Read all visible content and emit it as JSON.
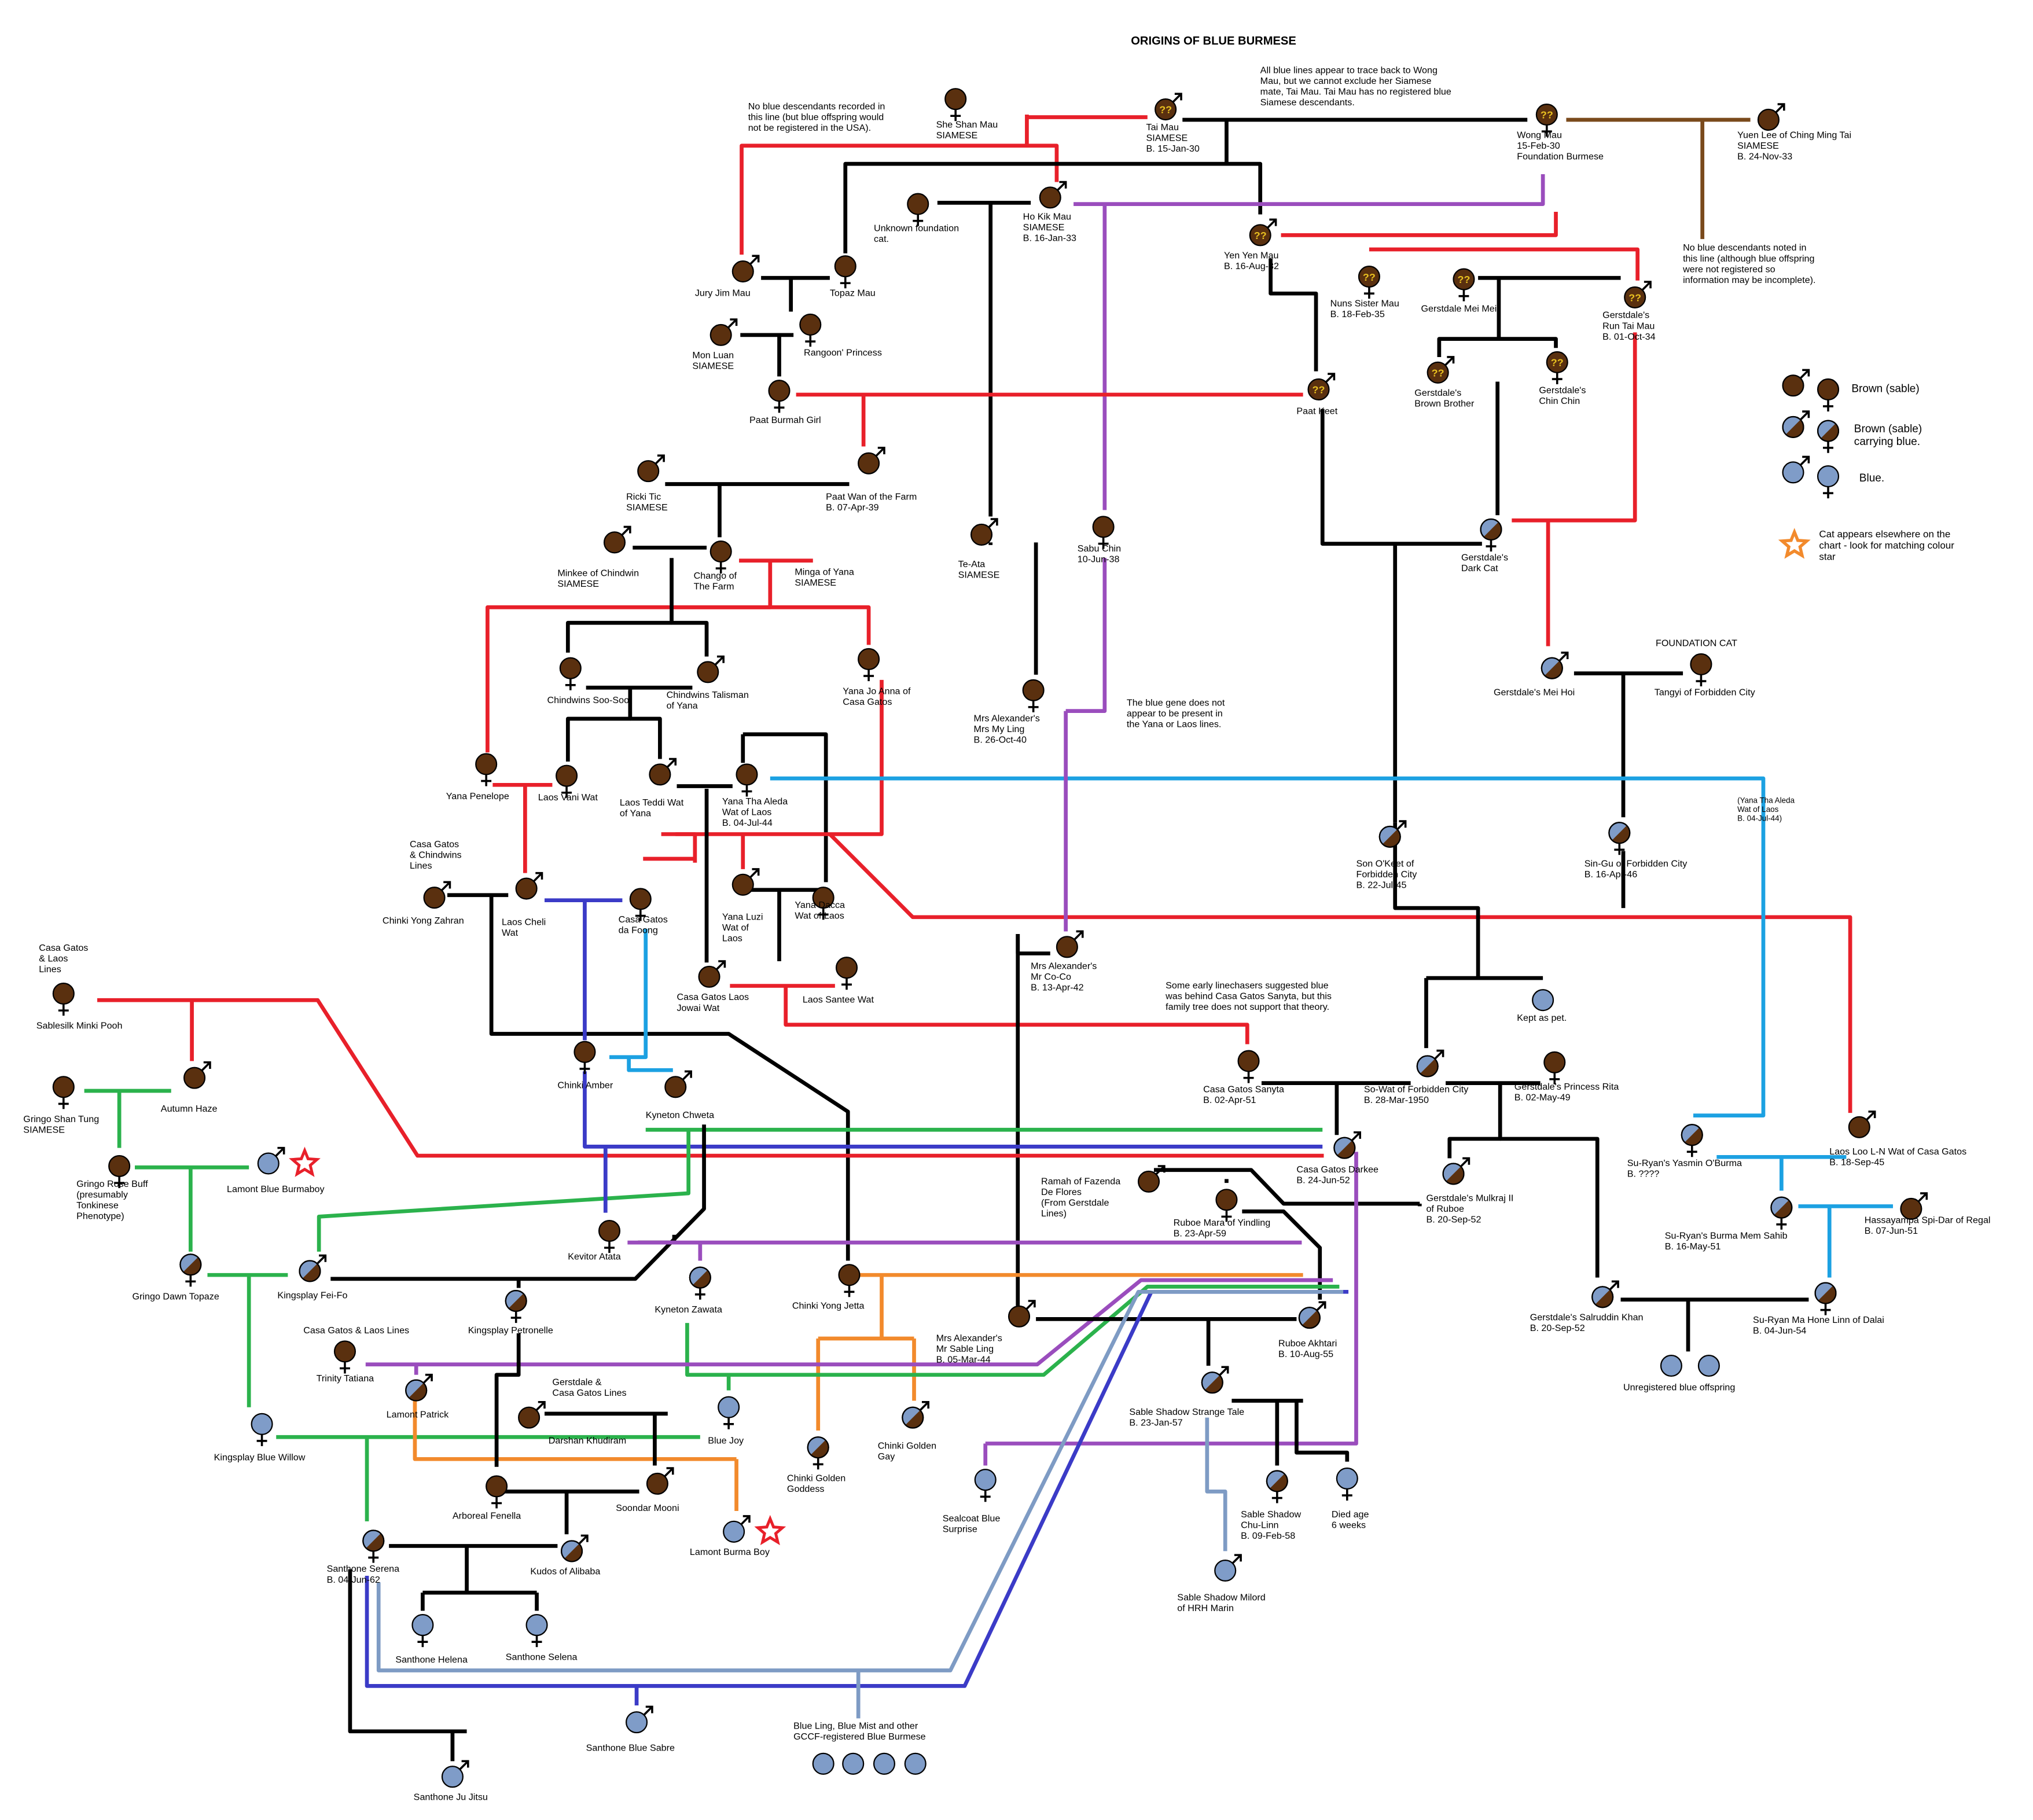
{
  "title": "ORIGINS OF BLUE BURMESE",
  "colors": {
    "brown": "#5a300f",
    "blue": "#7f9cc8",
    "line_red": "#e8202a",
    "line_black": "#000000",
    "line_purple": "#9a4dbd",
    "line_green": "#2bb24c",
    "line_cyan": "#1ca1e2",
    "line_navy": "#3b3bc7",
    "line_orange": "#f28a2c",
    "line_slate": "#7e9bc4",
    "line_brownline": "#7a4a1c",
    "star_red": "#e8202a",
    "star_orange": "#f28a2c"
  },
  "symbols": {
    "male": "♂",
    "female": "♀"
  },
  "cats": [
    {
      "id": "sheshan",
      "lines": [
        "She Shan Mau",
        "SIAMESE"
      ],
      "sex": "female",
      "coat": "brown"
    },
    {
      "id": "taimau",
      "lines": [
        "Tai Mau",
        "SIAMESE",
        "B. 15-Jan-30"
      ],
      "sex": "male",
      "coat": "unknown"
    },
    {
      "id": "wongmau",
      "lines": [
        "Wong Mau",
        "15-Feb-30",
        "Foundation Burmese"
      ],
      "sex": "female",
      "coat": "unknown"
    },
    {
      "id": "yuenlee",
      "lines": [
        "Yuen Lee of Ching Ming Tai",
        "SIAMESE",
        "B. 24-Nov-33"
      ],
      "sex": "male",
      "coat": "brown"
    },
    {
      "id": "unknownf",
      "lines": [
        "Unknown foundation",
        "cat."
      ],
      "sex": "female",
      "coat": "brown"
    },
    {
      "id": "hokik",
      "lines": [
        "Ho Kik Mau",
        "SIAMESE",
        "B. 16-Jan-33"
      ],
      "sex": "male",
      "coat": "brown"
    },
    {
      "id": "yenyen",
      "lines": [
        "Yen Yen Mau",
        "B. 16-Aug-32"
      ],
      "sex": "male",
      "coat": "unknown"
    },
    {
      "id": "nunssister",
      "lines": [
        "Nuns Sister Mau",
        "B. 18-Feb-35"
      ],
      "sex": "female",
      "coat": "unknown"
    },
    {
      "id": "gerstmei",
      "lines": [
        "Gerstdale Mei Mei"
      ],
      "sex": "female",
      "coat": "unknown"
    },
    {
      "id": "gerstrun",
      "lines": [
        "Gerstdale's",
        "Run Tai Mau",
        "B. 01-Oct-34"
      ],
      "sex": "male",
      "coat": "unknown"
    },
    {
      "id": "juryjim",
      "lines": [
        "Jury Jim Mau"
      ],
      "sex": "male",
      "coat": "brown"
    },
    {
      "id": "topaz",
      "lines": [
        "Topaz Mau"
      ],
      "sex": "female",
      "coat": "brown"
    },
    {
      "id": "monluan",
      "lines": [
        "Mon Luan",
        "SIAMESE"
      ],
      "sex": "male",
      "coat": "brown"
    },
    {
      "id": "rangoon",
      "lines": [
        "Rangoon' Princess"
      ],
      "sex": "female",
      "coat": "brown"
    },
    {
      "id": "paatburmah",
      "lines": [
        "Paat Burmah Girl"
      ],
      "sex": "female",
      "coat": "brown"
    },
    {
      "id": "paatkeet",
      "lines": [
        "Paat Keet"
      ],
      "sex": "male",
      "coat": "unknown"
    },
    {
      "id": "gerstbrown",
      "lines": [
        "Gerstdale's",
        "Brown Brother"
      ],
      "sex": "male",
      "coat": "unknown"
    },
    {
      "id": "gerstchin",
      "lines": [
        "Gerstdale's",
        "Chin Chin"
      ],
      "sex": "female",
      "coat": "unknown"
    },
    {
      "id": "rickitic",
      "lines": [
        "Ricki Tic",
        "SIAMESE"
      ],
      "sex": "male",
      "coat": "brown"
    },
    {
      "id": "paatwan",
      "lines": [
        "Paat Wan of the Farm",
        "B. 07-Apr-39"
      ],
      "sex": "male",
      "coat": "brown"
    },
    {
      "id": "teata",
      "lines": [
        "Te-Ata",
        "SIAMESE"
      ],
      "sex": "male",
      "coat": "brown"
    },
    {
      "id": "sabuchin",
      "lines": [
        "Sabu Chin",
        "10-Jun-38"
      ],
      "sex": "female",
      "coat": "brown"
    },
    {
      "id": "gerstdark",
      "lines": [
        "Gerstdale's",
        "Dark Cat"
      ],
      "sex": "female",
      "coat": "carrier"
    },
    {
      "id": "minkee",
      "lines": [
        "Minkee of Chindwin",
        "SIAMESE"
      ],
      "sex": "male",
      "coat": "brown"
    },
    {
      "id": "chango",
      "lines": [
        "Chango of",
        "The Farm"
      ],
      "sex": "female",
      "coat": "brown"
    },
    {
      "id": "minga",
      "lines": [
        "Minga of Yana",
        "SIAMESE"
      ],
      "sex": "male",
      "coat": "none"
    },
    {
      "id": "soosoo",
      "lines": [
        "Chindwins Soo-Soo"
      ],
      "sex": "female",
      "coat": "brown"
    },
    {
      "id": "talisman",
      "lines": [
        "Chindwins Talisman",
        "of Yana"
      ],
      "sex": "male",
      "coat": "brown"
    },
    {
      "id": "joanna",
      "lines": [
        "Yana Jo Anna  of",
        "Casa Gatos"
      ],
      "sex": "female",
      "coat": "brown"
    },
    {
      "id": "mrsmyling",
      "lines": [
        "Mrs Alexander's",
        "Mrs My Ling",
        "B. 26-Oct-40"
      ],
      "sex": "female",
      "coat": "brown"
    },
    {
      "id": "gerstmeihoi",
      "lines": [
        "Gerstdale's Mei Hoi"
      ],
      "sex": "male",
      "coat": "carrier"
    },
    {
      "id": "tangyi",
      "lines": [
        "Tangyi of Forbidden City"
      ],
      "sex": "female",
      "coat": "brown"
    },
    {
      "id": "penelope",
      "lines": [
        "Yana Penelope"
      ],
      "sex": "female",
      "coat": "brown"
    },
    {
      "id": "vaniwat",
      "lines": [
        "Laos Vani Wat"
      ],
      "sex": "female",
      "coat": "brown"
    },
    {
      "id": "teddiwat",
      "lines": [
        "Laos Teddi Wat",
        "of Yana"
      ],
      "sex": "male",
      "coat": "brown"
    },
    {
      "id": "thaaleda",
      "lines": [
        "Yana Tha Aleda",
        "Wat of Laos",
        "B. 04-Jul-44"
      ],
      "sex": "female",
      "coat": "brown"
    },
    {
      "id": "sonokeet",
      "lines": [
        "Son O'Keet of",
        "Forbidden City",
        "B. 22-Jul-45"
      ],
      "sex": "male",
      "coat": "carrier"
    },
    {
      "id": "singu",
      "lines": [
        "Sin-Gu of Forbidden City",
        "B. 16-Apr-46"
      ],
      "sex": "female",
      "coat": "carrier"
    },
    {
      "id": "yongzahran",
      "lines": [
        "Chinki Yong Zahran"
      ],
      "sex": "male",
      "coat": "brown"
    },
    {
      "id": "chelwat",
      "lines": [
        "Laos Cheli",
        "Wat"
      ],
      "sex": "male",
      "coat": "brown"
    },
    {
      "id": "dafoong",
      "lines": [
        "Casa Gatos",
        "da Foong"
      ],
      "sex": "female",
      "coat": "brown"
    },
    {
      "id": "luziwat",
      "lines": [
        "Yana Luzi",
        "Wat of",
        "Laos"
      ],
      "sex": "male",
      "coat": "brown"
    },
    {
      "id": "daccawat",
      "lines": [
        "Yana Dacca",
        "Wat of Laos"
      ],
      "sex": "female",
      "coat": "brown"
    },
    {
      "id": "mrcoco",
      "lines": [
        "Mrs Alexander's",
        "Mr Co-Co",
        "B. 13-Apr-42"
      ],
      "sex": "male",
      "coat": "brown"
    },
    {
      "id": "jowaiwat",
      "lines": [
        "Casa Gatos Laos",
        "Jowai Wat"
      ],
      "sex": "male",
      "coat": "brown"
    },
    {
      "id": "santeewat",
      "lines": [
        "Laos Santee Wat"
      ],
      "sex": "female",
      "coat": "brown"
    },
    {
      "id": "keptpet",
      "lines": [
        "Kept as pet."
      ],
      "sex": "none",
      "coat": "blue"
    },
    {
      "id": "minkipooh",
      "lines": [
        "Sablesilk Minki Pooh"
      ],
      "sex": "female",
      "coat": "brown"
    },
    {
      "id": "autumnhaze",
      "lines": [
        "Autumn Haze"
      ],
      "sex": "male",
      "coat": "brown"
    },
    {
      "id": "shantung",
      "lines": [
        "Gringo Shan Tung",
        "SIAMESE"
      ],
      "sex": "female",
      "coat": "brown"
    },
    {
      "id": "chinkiamber",
      "lines": [
        "Chinki Amber"
      ],
      "sex": "female",
      "coat": "brown"
    },
    {
      "id": "chweta",
      "lines": [
        "Kyneton Chweta"
      ],
      "sex": "male",
      "coat": "brown"
    },
    {
      "id": "sanyta",
      "lines": [
        "Casa Gatos Sanyta",
        "B. 02-Apr-51"
      ],
      "sex": "female",
      "coat": "brown"
    },
    {
      "id": "sowat",
      "lines": [
        "So-Wat of Forbidden City",
        "B. 28-Mar-1950"
      ],
      "sex": "male",
      "coat": "carrier"
    },
    {
      "id": "princessrita",
      "lines": [
        "Gerstdale's Princess Rita",
        "B. 02-May-49"
      ],
      "sex": "female",
      "coat": "brown"
    },
    {
      "id": "yasmin",
      "lines": [
        "Su-Ryan's Yasmin O'Burma",
        "B. ????"
      ],
      "sex": "female",
      "coat": "carrier"
    },
    {
      "id": "laosloo",
      "lines": [
        "Laos Loo L-N Wat of Casa Gatos",
        "B. 18-Sep-45"
      ],
      "sex": "male",
      "coat": "brown"
    },
    {
      "id": "rosebuff",
      "lines": [
        "Gringo Rose Buff",
        "(presumably",
        "Tonkinese",
        "Phenotype)"
      ],
      "sex": "female",
      "coat": "brown"
    },
    {
      "id": "burmaboy",
      "lines": [
        "Lamont Blue Burmaboy"
      ],
      "sex": "male",
      "coat": "blue",
      "star": "red"
    },
    {
      "id": "darkee",
      "lines": [
        "Casa Gatos Darkee",
        "B. 24-Jun-52"
      ],
      "sex": "male",
      "coat": "carrier"
    },
    {
      "id": "ramah",
      "lines": [
        "Ramah of Fazenda",
        "De Flores",
        "(From Gerstdale",
        "Lines)"
      ],
      "sex": "male",
      "coat": "brown"
    },
    {
      "id": "mara",
      "lines": [
        "Ruboe Mara of Yindling",
        "B. 23-Apr-59"
      ],
      "sex": "female",
      "coat": "brown"
    },
    {
      "id": "mulkraj",
      "lines": [
        "Gerstdale's Mulkraj II",
        "of Ruboe",
        "B. 20-Sep-52"
      ],
      "sex": "male",
      "coat": "carrier"
    },
    {
      "id": "memsahib",
      "lines": [
        "Su-Ryan's Burma Mem Sahib",
        "B. 16-May-51"
      ],
      "sex": "female",
      "coat": "carrier"
    },
    {
      "id": "spidar",
      "lines": [
        "Hassayampa Spi-Dar of Regal",
        "B. 07-Jun-51"
      ],
      "sex": "male",
      "coat": "brown"
    },
    {
      "id": "dawntopaze",
      "lines": [
        "Gringo Dawn Topaze"
      ],
      "sex": "female",
      "coat": "carrier"
    },
    {
      "id": "feifo",
      "lines": [
        "Kingsplay Fei-Fo"
      ],
      "sex": "male",
      "coat": "carrier"
    },
    {
      "id": "atata",
      "lines": [
        "Kevitor Atata"
      ],
      "sex": "female",
      "coat": "brown"
    },
    {
      "id": "zawata",
      "lines": [
        "Kyneton Zawata"
      ],
      "sex": "female",
      "coat": "carrier"
    },
    {
      "id": "yongjetta",
      "lines": [
        "Chinki Yong Jetta"
      ],
      "sex": "female",
      "coat": "brown"
    },
    {
      "id": "petronelle",
      "lines": [
        "Kingsplay Petronelle"
      ],
      "sex": "female",
      "coat": "carrier"
    },
    {
      "id": "sableling",
      "lines": [
        "Mrs Alexander's",
        "Mr Sable Ling",
        "B. 05-Mar-44"
      ],
      "sex": "male",
      "coat": "brown"
    },
    {
      "id": "akhtari",
      "lines": [
        "Ruboe Akhtari",
        "B. 10-Aug-55"
      ],
      "sex": "male",
      "coat": "carrier"
    },
    {
      "id": "salruddin",
      "lines": [
        "Gerstdale's Salruddin Khan",
        "B. 20-Sep-52"
      ],
      "sex": "male",
      "coat": "carrier"
    },
    {
      "id": "honelinn",
      "lines": [
        "Su-Ryan Ma Hone Linn of Dalai",
        "B. 04-Jun-54"
      ],
      "sex": "female",
      "coat": "carrier"
    },
    {
      "id": "tatiana",
      "lines": [
        "Trinity Tatiana"
      ],
      "sex": "female",
      "coat": "brown"
    },
    {
      "id": "patrick",
      "lines": [
        "Lamont Patrick"
      ],
      "sex": "male",
      "coat": "carrier"
    },
    {
      "id": "khudiram",
      "lines": [
        "Darshan Khudiram"
      ],
      "sex": "male",
      "coat": "brown"
    },
    {
      "id": "bluejoy",
      "lines": [
        "Blue Joy"
      ],
      "sex": "female",
      "coat": "blue"
    },
    {
      "id": "strangetale",
      "lines": [
        "Sable Shadow Strange Tale",
        "B. 23-Jan-57"
      ],
      "sex": "male",
      "coat": "carrier"
    },
    {
      "id": "bluewillow",
      "lines": [
        "Kingsplay Blue Willow"
      ],
      "sex": "female",
      "coat": "blue"
    },
    {
      "id": "golddess",
      "lines": [
        "Chinki Golden",
        "Goddess"
      ],
      "sex": "female",
      "coat": "carrier"
    },
    {
      "id": "goldengay",
      "lines": [
        "Chinki Golden",
        "Gay"
      ],
      "sex": "male",
      "coat": "carrier"
    },
    {
      "id": "sealcoat",
      "lines": [
        "Sealcoat Blue",
        "Surprise"
      ],
      "sex": "female",
      "coat": "blue"
    },
    {
      "id": "fenella",
      "lines": [
        "Arboreal Fenella"
      ],
      "sex": "female",
      "coat": "brown"
    },
    {
      "id": "soondar",
      "lines": [
        "Soondar Mooni"
      ],
      "sex": "male",
      "coat": "brown"
    },
    {
      "id": "burmaboy2",
      "lines": [
        "Lamont Burma Boy"
      ],
      "sex": "male",
      "coat": "blue",
      "star": "red"
    },
    {
      "id": "chulinn",
      "lines": [
        "Sable Shadow",
        "Chu-Linn",
        "B. 09-Feb-58"
      ],
      "sex": "female",
      "coat": "carrier"
    },
    {
      "id": "diedage",
      "lines": [
        "Died age",
        "6 weeks"
      ],
      "sex": "female",
      "coat": "blue"
    },
    {
      "id": "serena",
      "lines": [
        "Santhone Serena",
        "B. 04-Jun-62"
      ],
      "sex": "female",
      "coat": "carrier"
    },
    {
      "id": "kudos",
      "lines": [
        "Kudos of Alibaba"
      ],
      "sex": "male",
      "coat": "carrier"
    },
    {
      "id": "milord",
      "lines": [
        "Sable Shadow Milord",
        "of HRH Marin"
      ],
      "sex": "male",
      "coat": "blue"
    },
    {
      "id": "helena",
      "lines": [
        "Santhone Helena"
      ],
      "sex": "female",
      "coat": "blue"
    },
    {
      "id": "selena",
      "lines": [
        "Santhone Selena"
      ],
      "sex": "female",
      "coat": "blue"
    },
    {
      "id": "bluesabre",
      "lines": [
        "Santhone Blue Sabre"
      ],
      "sex": "male",
      "coat": "blue"
    },
    {
      "id": "jujitsu",
      "lines": [
        "Santhone Ju Jitsu"
      ],
      "sex": "male",
      "coat": "blue"
    }
  ],
  "notes": [
    {
      "id": "note_wong",
      "lines": [
        "All blue lines appear to trace back to Wong",
        "Mau, but we cannot exclude her Siamese",
        "mate, Tai Mau.  Tai Mau has no registered blue",
        "Siamese descendants."
      ]
    },
    {
      "id": "note_sheshan",
      "lines": [
        "No blue descendants recorded in",
        "this line (but blue offspring would",
        "not be registered in the USA)."
      ]
    },
    {
      "id": "note_yuen",
      "lines": [
        "No blue descendants noted in",
        "this line (although blue offspring",
        "were not registered so",
        "information may be incomplete)."
      ]
    },
    {
      "id": "note_yana",
      "lines": [
        "The blue gene does not",
        "appear to be present in",
        "the Yana or Laos lines."
      ]
    },
    {
      "id": "note_sanyta",
      "lines": [
        "Some early linechasers suggested blue",
        "was behind Casa Gatos Sanyta, but this",
        "family tree does not support that theory."
      ]
    },
    {
      "id": "note_cgchind",
      "lines": [
        "Casa Gatos",
        "& Chindwins",
        "Lines"
      ]
    },
    {
      "id": "note_cglaos",
      "lines": [
        "Casa Gatos",
        "& Laos",
        "Lines"
      ]
    },
    {
      "id": "note_cglaos2",
      "lines": [
        "Casa Gatos & Laos Lines"
      ]
    },
    {
      "id": "note_gerstcg",
      "lines": [
        "Gerstdale &",
        "Casa Gatos Lines"
      ]
    },
    {
      "id": "note_foundation",
      "lines": [
        "FOUNDATION CAT"
      ]
    },
    {
      "id": "note_thaaleda",
      "lines": [
        "(Yana Tha Aleda",
        "Wat of Laos",
        "B. 04-Jul-44)"
      ]
    },
    {
      "id": "note_unreg",
      "lines": [
        "Unregistered blue offspring"
      ]
    },
    {
      "id": "note_gccf",
      "lines": [
        "Blue Ling, Blue Mist and other",
        "GCCF-registered Blue Burmese"
      ]
    }
  ],
  "legend": {
    "brown": "Brown (sable)",
    "carrier": [
      "Brown (sable)",
      "carrying blue."
    ],
    "blue": "Blue.",
    "star": [
      "Cat appears elsewhere on the",
      "chart - look for matching colour",
      "star"
    ]
  }
}
